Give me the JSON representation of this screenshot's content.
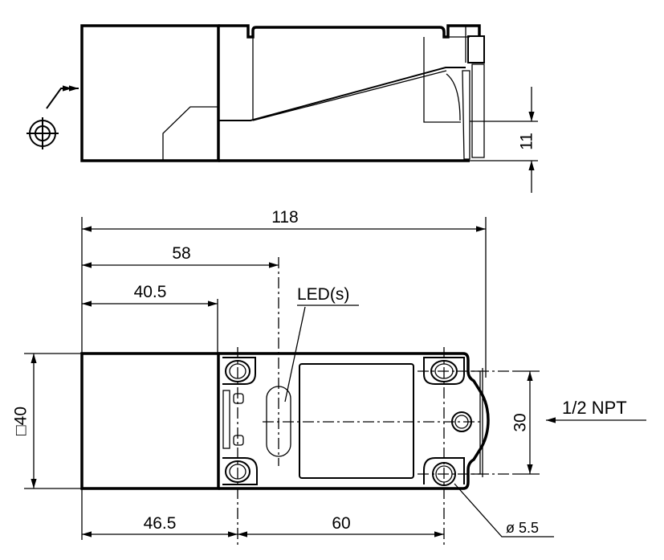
{
  "drawing": {
    "dimensions": {
      "overall_length": "118",
      "led_position": "58",
      "head_length": "40.5",
      "head_square": "□40",
      "hole_spacing_vertical": "30",
      "hole_offset": "46.5",
      "hole_spacing_horizontal": "60",
      "hole_diameter": "ø 5.5",
      "side_height": "11"
    },
    "labels": {
      "led": "LED(s)",
      "thread": "1/2 NPT"
    },
    "icons": [
      "sensing-face-symbol"
    ]
  }
}
